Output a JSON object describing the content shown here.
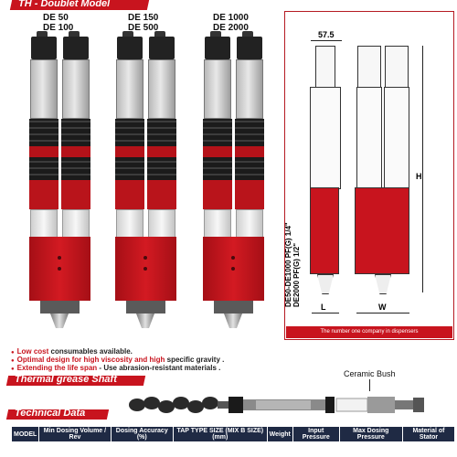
{
  "title": "TH - Doublet Model",
  "groups": [
    {
      "label_top": "DE 50",
      "label_bottom": "DE 100"
    },
    {
      "label_top": "DE 150",
      "label_bottom": "DE 500"
    },
    {
      "label_top": "DE 1000",
      "label_bottom": "DE 2000"
    }
  ],
  "drawing": {
    "dim_width": "57.5",
    "dim_height": "H",
    "dim_l": "L",
    "dim_w": "W",
    "port_line1": "DE50-DE1000 PF(G) 1/4\"",
    "port_line2": "DE2000 PF(G) 1/2\"",
    "slogan": "The number one company in dispensers"
  },
  "features": [
    {
      "highlight": "Low cost",
      "rest": " consumables available."
    },
    {
      "highlight": "Optimal design for high viscosity and high",
      "rest": " specific gravity ."
    },
    {
      "highlight": "Extending the life span",
      "rest": " - Use abrasion-resistant materials ."
    }
  ],
  "section_shaft": "Thermal grease Shaft",
  "ceramic_label": "Ceramic Bush",
  "section_tech": "Technical Data",
  "table": {
    "headers": [
      "MODEL",
      "Min Dosing Volume / Rev",
      "Dosing Accuracy (%)",
      "TAP TYPE SIZE (MIX B SIZE) (mm)",
      "Weight",
      "Input Pressure",
      "Max Dosing Pressure",
      "Material of Stator"
    ]
  },
  "colors": {
    "accent": "#c8141e",
    "table_header": "#1f2a44"
  }
}
